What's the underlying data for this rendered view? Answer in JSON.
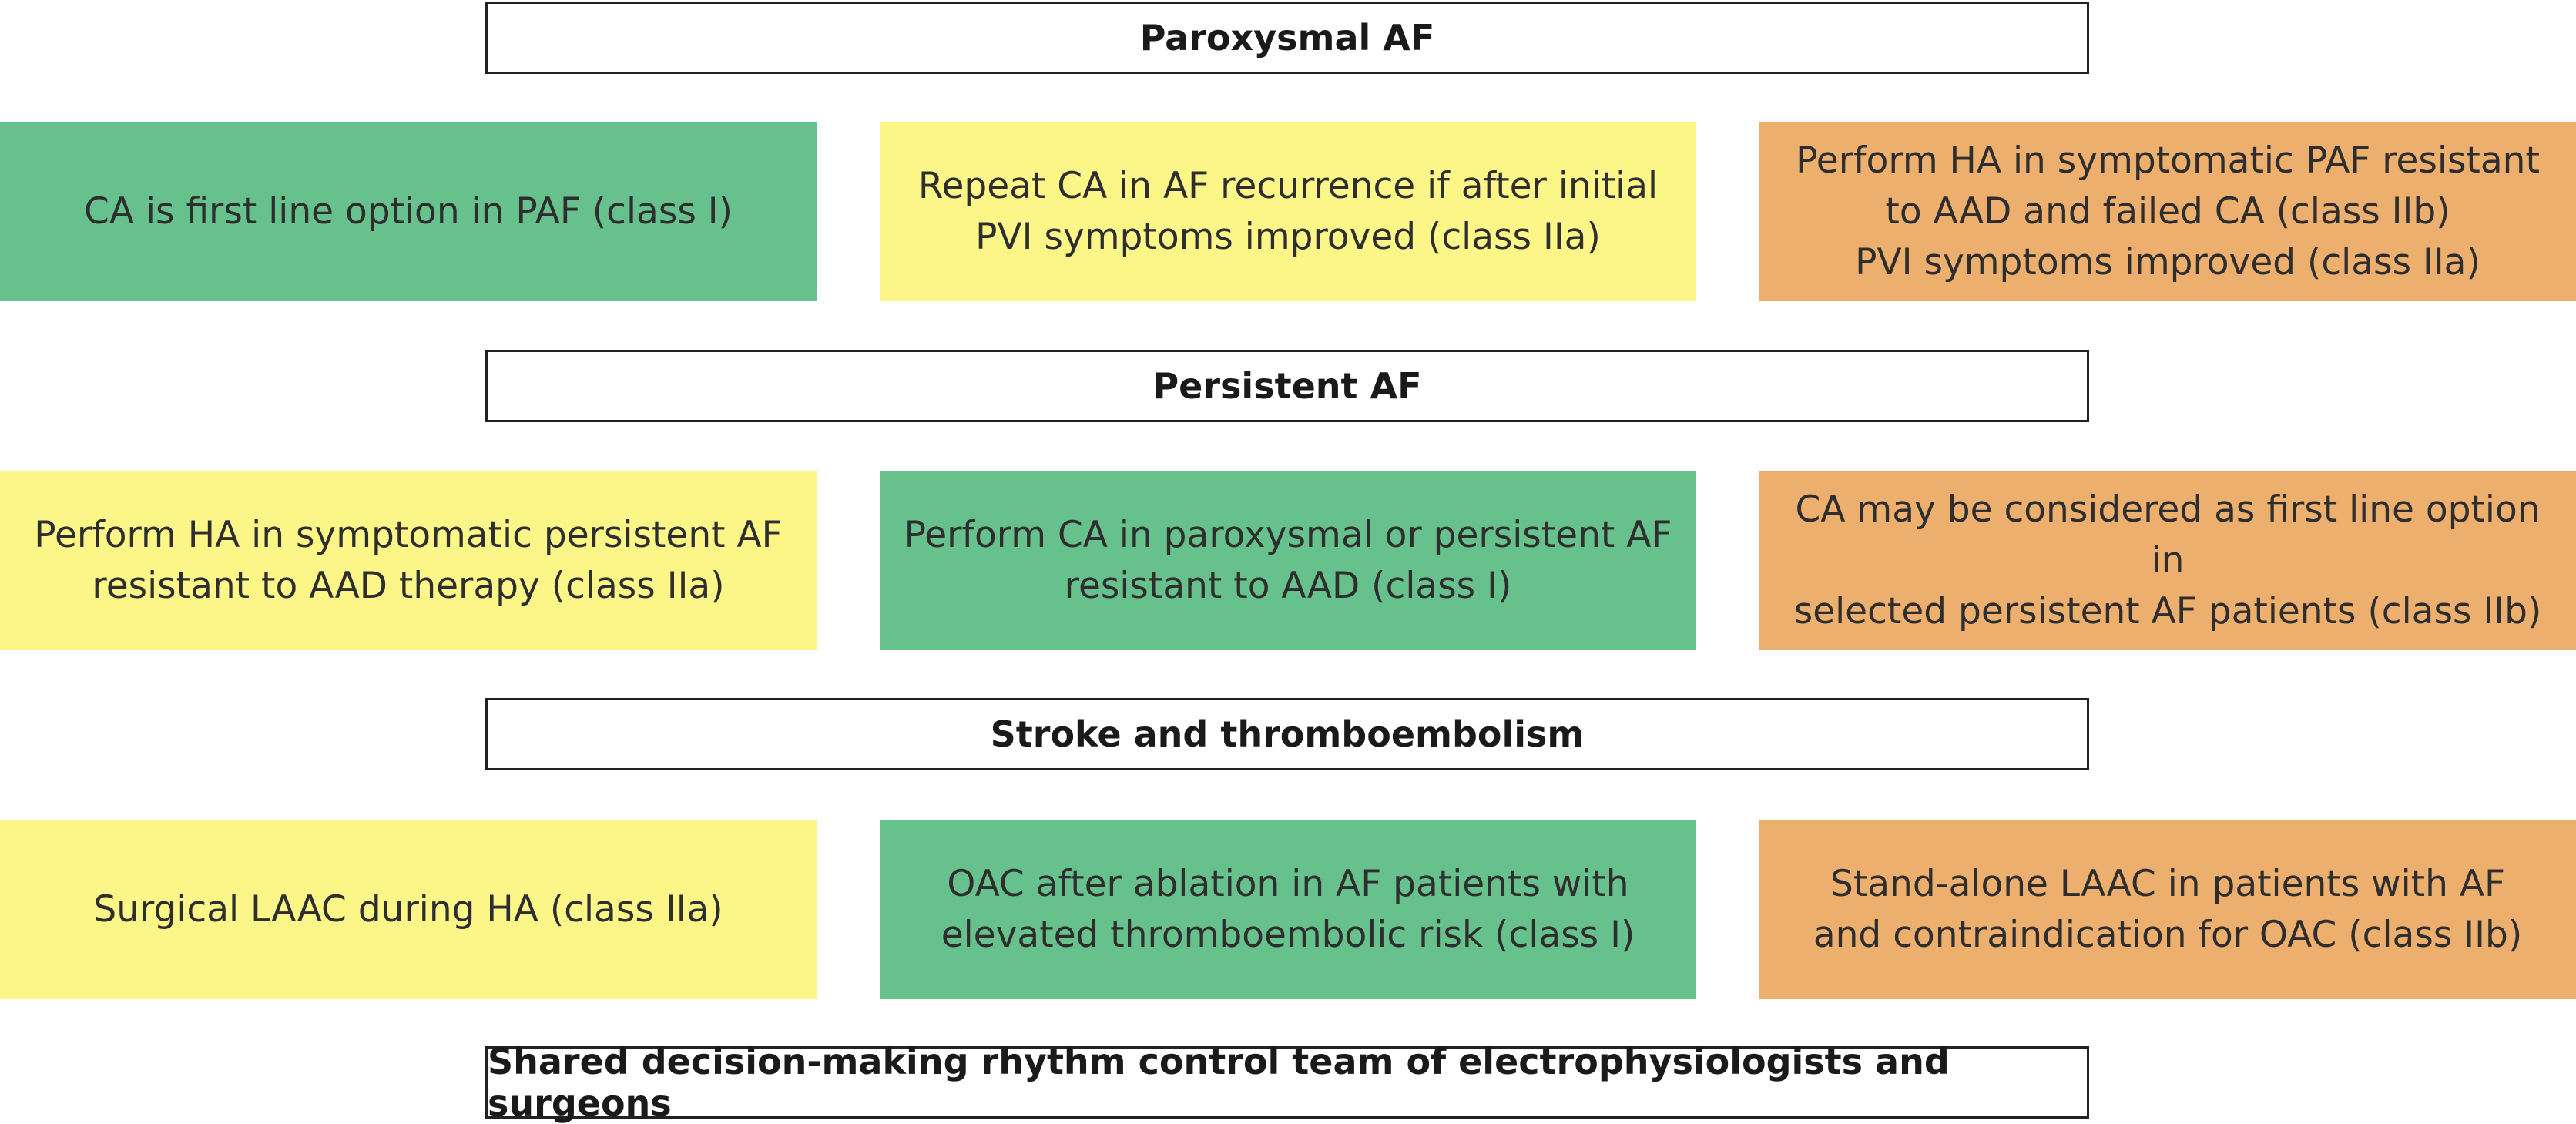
{
  "colors": {
    "green": "#67c18c",
    "yellow": "#fcf587",
    "orange": "#ecaf6d"
  },
  "sections": [
    {
      "title": "Paroxysmal AF",
      "cells": [
        {
          "text": "CA is first line option in PAF (class I)",
          "color": "green"
        },
        {
          "text": "Repeat CA in AF recurrence if after initial\nPVI symptoms improved (class IIa)",
          "color": "yellow"
        },
        {
          "text": "Perform HA in symptomatic PAF resistant\nto AAD and failed CA (class IIb)\nPVI symptoms improved (class IIa)",
          "color": "orange"
        }
      ]
    },
    {
      "title": "Persistent AF",
      "cells": [
        {
          "text": "Perform HA in symptomatic persistent AF\nresistant to AAD therapy (class IIa)",
          "color": "yellow"
        },
        {
          "text": "Perform CA in paroxysmal or persistent AF\nresistant to AAD (class I)",
          "color": "green"
        },
        {
          "text": "CA may be considered as first line option in\nselected persistent AF patients (class IIb)",
          "color": "orange"
        }
      ]
    },
    {
      "title": "Stroke and thromboembolism",
      "cells": [
        {
          "text": "Surgical LAAC during HA (class IIa)",
          "color": "yellow"
        },
        {
          "text": "OAC after ablation in AF patients with\nelevated thromboembolic risk (class I)",
          "color": "green"
        },
        {
          "text": "Stand-alone LAAC in patients with AF\nand contraindication for OAC (class IIb)",
          "color": "orange"
        }
      ]
    }
  ],
  "footer": {
    "title": "Shared decision-making rhythm control team of electrophysiologists and surgeons"
  }
}
